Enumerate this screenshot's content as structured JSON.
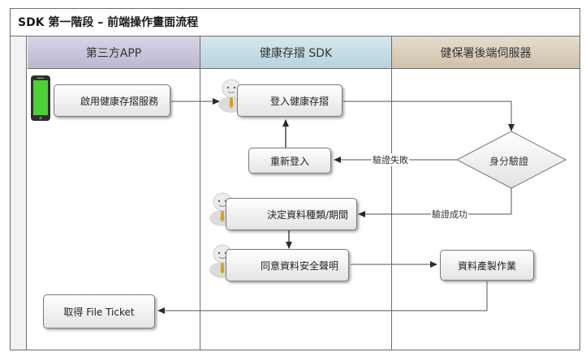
{
  "title": "SDK 第一階段 – 前端操作畫面流程",
  "lanes": [
    "第三方APP",
    "健康存摺 SDK",
    "健保署後端伺服器"
  ],
  "steps": {
    "enable_service": "啟用健康存摺服務",
    "login": "登入健康存摺",
    "relogin": "重新登入",
    "verify": "身分驗證",
    "choose_data": "決定資料種類/期間",
    "agree_security": "同意資料安全聲明",
    "produce_data": "資料產製作業",
    "get_ticket": "取得 File Ticket"
  },
  "edge_labels": {
    "verify_fail": "驗證失敗",
    "verify_success": "驗證成功"
  },
  "icons": {
    "phone": "smartphone-icon",
    "user": "user-avatar-icon"
  },
  "colors": {
    "lane1": "#c9c3dc",
    "lane2": "#c5dde6",
    "lane3": "#dacfbd",
    "phone_green": "#4cd137",
    "tie_gold": "#d8a21c"
  }
}
